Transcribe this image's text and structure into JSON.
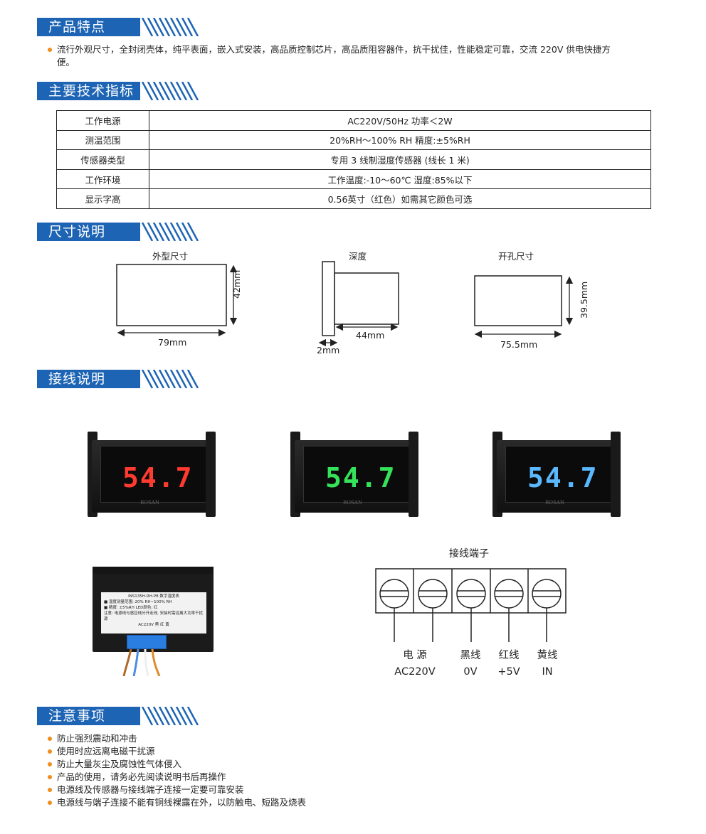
{
  "sections": {
    "features": "产品特点",
    "specs": "主要技术指标",
    "dimensions": "尺寸说明",
    "wiring": "接线说明",
    "notes": "注意事项"
  },
  "features": {
    "line1": "流行外观尺寸，全封闭壳体，纯平表面，嵌入式安装，高品质控制芯片，高品质阻容器件，抗干扰佳，性能稳定可靠，交流   220V   供电快捷方",
    "line2": "便。"
  },
  "spec_table": [
    {
      "key": "工作电源",
      "value": "AC220V/50Hz     功率＜2W"
    },
    {
      "key": "测温范围",
      "value": "20%RH～100% RH     精度:±5%RH"
    },
    {
      "key": "传感器类型",
      "value": "专用 3 线制湿度传感器     (线长 1 米)"
    },
    {
      "key": "工作环境",
      "value": "工作温度:-10～60℃     湿度:85%以下"
    },
    {
      "key": "显示字高",
      "value": "0.56英寸（红色）如需其它颜色可选"
    }
  ],
  "dimensions": {
    "outer": {
      "title": "外型尺寸",
      "width": "79mm",
      "height": "42mm"
    },
    "depth": {
      "title": "深度",
      "depth": "44mm",
      "panel": "2mm"
    },
    "cutout": {
      "title": "开孔尺寸",
      "width": "75.5mm",
      "height": "39.5mm"
    }
  },
  "meters": [
    {
      "reading": "54.7",
      "color": "#ff3b30",
      "brand": "ROSAN"
    },
    {
      "reading": "54.7",
      "color": "#35e35a",
      "brand": "ROSAN"
    },
    {
      "reading": "54.7",
      "color": "#59b8ff",
      "brand": "ROSAN"
    }
  ],
  "back_label": {
    "model": "INS135H-RH-P8 数字湿度表",
    "line1": "■ 湿度测量范围: 20% RH~100% RH",
    "line2": "■ 精度: ±5%RH  LED颜色: 红",
    "line3": "注意: 电源线与感应线分开走线, 安装时需远离大功率干扰源",
    "terminal_caption": "AC220V  黑 红 黄"
  },
  "terminal": {
    "title": "接线端子",
    "labels_top": [
      "电  源",
      "黑线",
      "红线",
      "黄线"
    ],
    "labels_bottom": [
      "AC220V",
      "0V",
      "+5V",
      "IN"
    ]
  },
  "notes": [
    "防止强烈震动和冲击",
    "使用时应远离电磁干扰源",
    "防止大量灰尘及腐蚀性气体侵入",
    "产品的使用，请务必先阅读说明书后再操作",
    "电源线及传感器与接线端子连接一定要可靠安装",
    "电源线与端子连接不能有铜线裸露在外，以防触电、短路及烧表"
  ],
  "colors": {
    "accent": "#1d64b4",
    "bullet": "#f28c1b"
  }
}
